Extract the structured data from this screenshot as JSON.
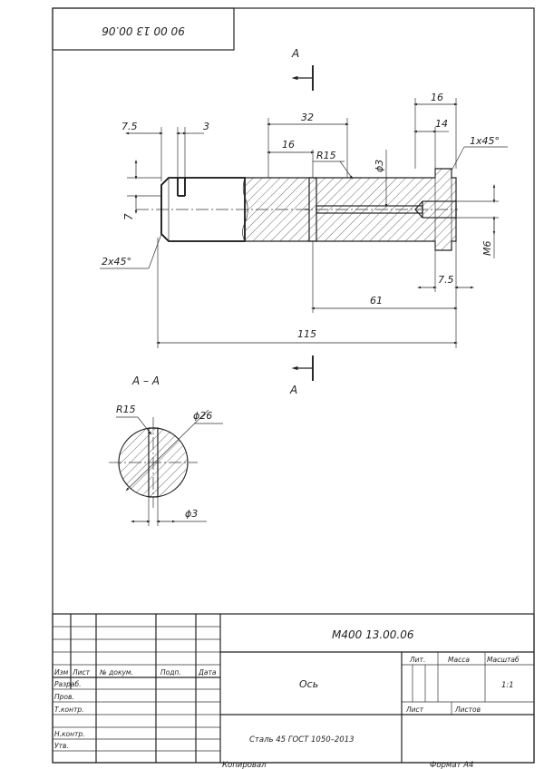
{
  "stamp_top": "90 00 13 00.06",
  "section_mark": "A",
  "section_title": "A – A",
  "dims": {
    "d7_5_left": "7.5",
    "d3_top": "3",
    "d32": "32",
    "d16_mid": "16",
    "r15": "R15",
    "phi3": "ϕ3",
    "d16_right": "16",
    "d14": "14",
    "chamfer_right": "1x45°",
    "d7": "7",
    "m6": "M6",
    "chamfer_left": "2x45°",
    "d7_5_right": "7.5",
    "d61": "61",
    "d115": "115"
  },
  "section_dims": {
    "r15": "R15",
    "phi26": "ϕ26",
    "phi3": "ϕ3"
  },
  "title_block": {
    "designation": "М400 13.00.06",
    "name": "Ось",
    "material": "Сталь 45 ГОСТ 1050–2013",
    "scale_value": "1:1",
    "headers": {
      "izm": "Изм",
      "list": "Лист",
      "doc_no": "№ докум.",
      "sign": "Подп.",
      "date": "Дата",
      "razrab": "Разраб.",
      "prov": "Пров.",
      "tkontr": "Т.контр.",
      "nkontr": "Н.контр.",
      "utv": "Утв.",
      "lit": "Лит.",
      "massa": "Масса",
      "masshtab": "Масштаб",
      "sheet": "Лист",
      "sheets": "Листов"
    }
  },
  "footer": {
    "copied": "Копировал",
    "format": "Формат А4"
  }
}
